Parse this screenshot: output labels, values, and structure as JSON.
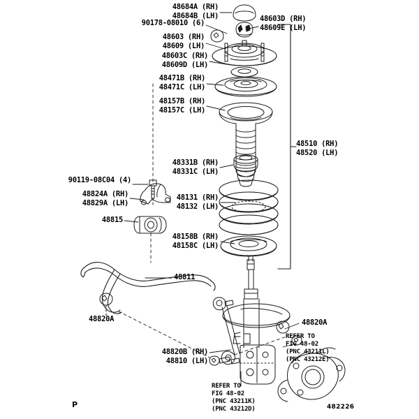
{
  "diagram": {
    "figure_code": "482226",
    "page_marker": "P",
    "parts": [
      {
        "id": "p-48684",
        "lines": "48684A (RH)\n48684B (LH)"
      },
      {
        "id": "p-90178",
        "lines": "90178-08010 (6)"
      },
      {
        "id": "p-48603d",
        "lines": "48603D (RH)\n48609E (LH)"
      },
      {
        "id": "p-48603",
        "lines": "48603 (RH)\n48609 (LH)"
      },
      {
        "id": "p-48603c",
        "lines": "48603C (RH)\n48609D (LH)"
      },
      {
        "id": "p-48471",
        "lines": "48471B (RH)\n48471C (LH)"
      },
      {
        "id": "p-48157",
        "lines": "48157B (RH)\n48157C (LH)"
      },
      {
        "id": "p-48331",
        "lines": "48331B (RH)\n48331C (LH)"
      },
      {
        "id": "p-48131",
        "lines": "48131 (RH)\n48132 (LH)"
      },
      {
        "id": "p-48158",
        "lines": "48158B (RH)\n48158C (LH)"
      },
      {
        "id": "p-48510",
        "lines": "48510 (RH)\n48520 (LH)"
      },
      {
        "id": "p-90119",
        "lines": "90119-08C04 (4)"
      },
      {
        "id": "p-48824",
        "lines": "48824A (RH)\n48829A (LH)"
      },
      {
        "id": "p-48815",
        "lines": "48815"
      },
      {
        "id": "p-48811",
        "lines": "48811"
      },
      {
        "id": "p-48820a-left",
        "lines": "48820A"
      },
      {
        "id": "p-48820a-right",
        "lines": "48820A"
      },
      {
        "id": "p-48820b",
        "lines": "48820B (RH)\n48810 (LH)"
      }
    ],
    "refer_blocks": [
      {
        "id": "refer-right",
        "lines": "REFER TO\nFIG 48-02\n(PNC 43211L)\n(PNC 43212E)"
      },
      {
        "id": "refer-bottom",
        "lines": "REFER TO\nFIG 48-02\n(PNC 43211K)\n(PNC 43212D)"
      }
    ]
  },
  "colors": {
    "line": "#1a1a1a",
    "text": "#000000",
    "background": "#ffffff"
  }
}
